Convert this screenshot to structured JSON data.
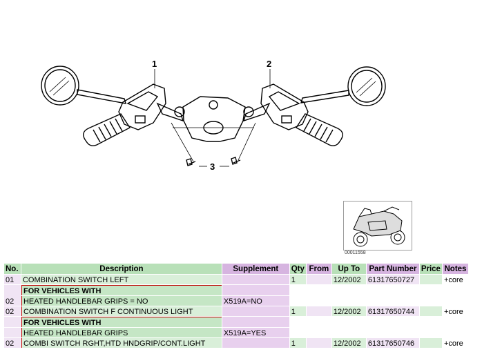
{
  "diagram": {
    "callouts": [
      "1",
      "2",
      "3"
    ],
    "thumbnail_label": "00011558"
  },
  "table": {
    "headers": {
      "no": "No.",
      "description": "Description",
      "supplement": "Supplement",
      "qty": "Qty",
      "from": "From",
      "upto": "Up To",
      "part_number": "Part Number",
      "price": "Price",
      "notes": "Notes"
    },
    "rows": [
      {
        "no": "01",
        "conditions": [],
        "description": "COMBINATION SWITCH LEFT",
        "supplement": "",
        "qty": "1",
        "from": "",
        "upto": "12/2002",
        "part_number": "61317650727",
        "price": "",
        "notes": "+core"
      },
      {
        "no": "02",
        "conditions": [
          "FOR VEHICLES WITH",
          "HEATED HANDLEBAR GRIPS = NO"
        ],
        "description": "COMBINATION SWITCH F CONTINUOUS LIGHT",
        "supplement": "X519A=NO",
        "qty": "1",
        "from": "",
        "upto": "12/2002",
        "part_number": "61317650744",
        "price": "",
        "notes": "+core"
      },
      {
        "no": "02",
        "conditions": [
          "FOR VEHICLES WITH",
          "HEATED HANDLEBAR GRIPS"
        ],
        "description": "COMBI SWITCH RGHT,HTD HNDGRIP/CONT.LIGHT",
        "supplement": "X519A=YES",
        "qty": "1",
        "from": "",
        "upto": "12/2002",
        "part_number": "61317650746",
        "price": "",
        "notes": "+core"
      }
    ]
  }
}
